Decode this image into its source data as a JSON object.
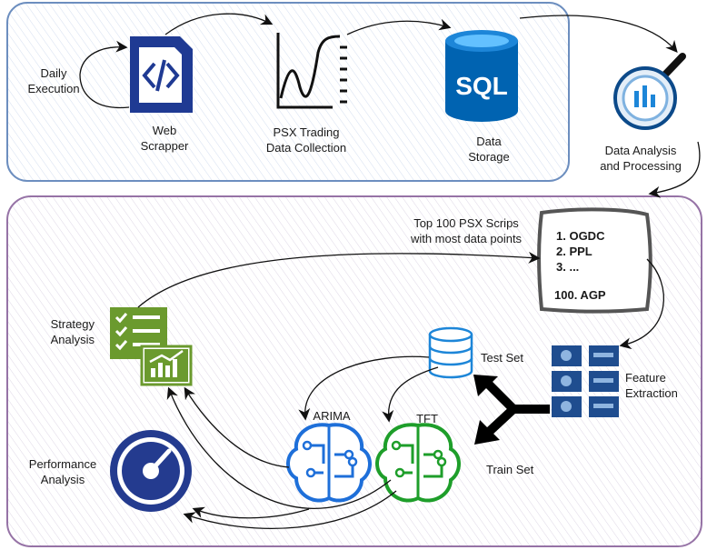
{
  "pipeline": {
    "daily_execution": [
      "Daily",
      "Execution"
    ],
    "web_scraper": [
      "Web",
      "Scrapper"
    ],
    "psx_trading": [
      "PSX Trading",
      "Data Collection"
    ],
    "data_storage": [
      "Data",
      "Storage"
    ],
    "sql_badge": "SQL",
    "data_analysis": [
      "Data Analysis",
      "and Processing"
    ]
  },
  "analysis": {
    "top_scrips": [
      "Top 100 PSX Scrips",
      "with most data points"
    ],
    "scrip_list": [
      "1. OGDC",
      "2. PPL",
      "3. ...",
      "100. AGP"
    ],
    "feature_extraction": [
      "Feature",
      "Extraction"
    ],
    "test_set": "Test  Set",
    "train_set": "Train Set",
    "arima": "ARIMA",
    "tft": "TFT",
    "strategy_analysis": [
      "Strategy",
      "Analysis"
    ],
    "performance_analysis": [
      "Performance",
      "Analysis"
    ]
  },
  "colors": {
    "panel_top_border": "#6c8ebf",
    "panel_bottom_border": "#9673a6",
    "blue_icon": "#0078d4",
    "navy_icon": "#1f3a93",
    "green_icon": "#6b9a2e",
    "arima_blue": "#1e6fd9",
    "tft_green": "#1e9e2a"
  },
  "icons": [
    "code-file-icon",
    "trading-chart-icon",
    "sql-database-icon",
    "magnifier-chart-icon",
    "feature-table-icon",
    "database-icon",
    "checklist-icon",
    "chart-check-icon",
    "gauge-icon",
    "neural-brain-icon"
  ]
}
